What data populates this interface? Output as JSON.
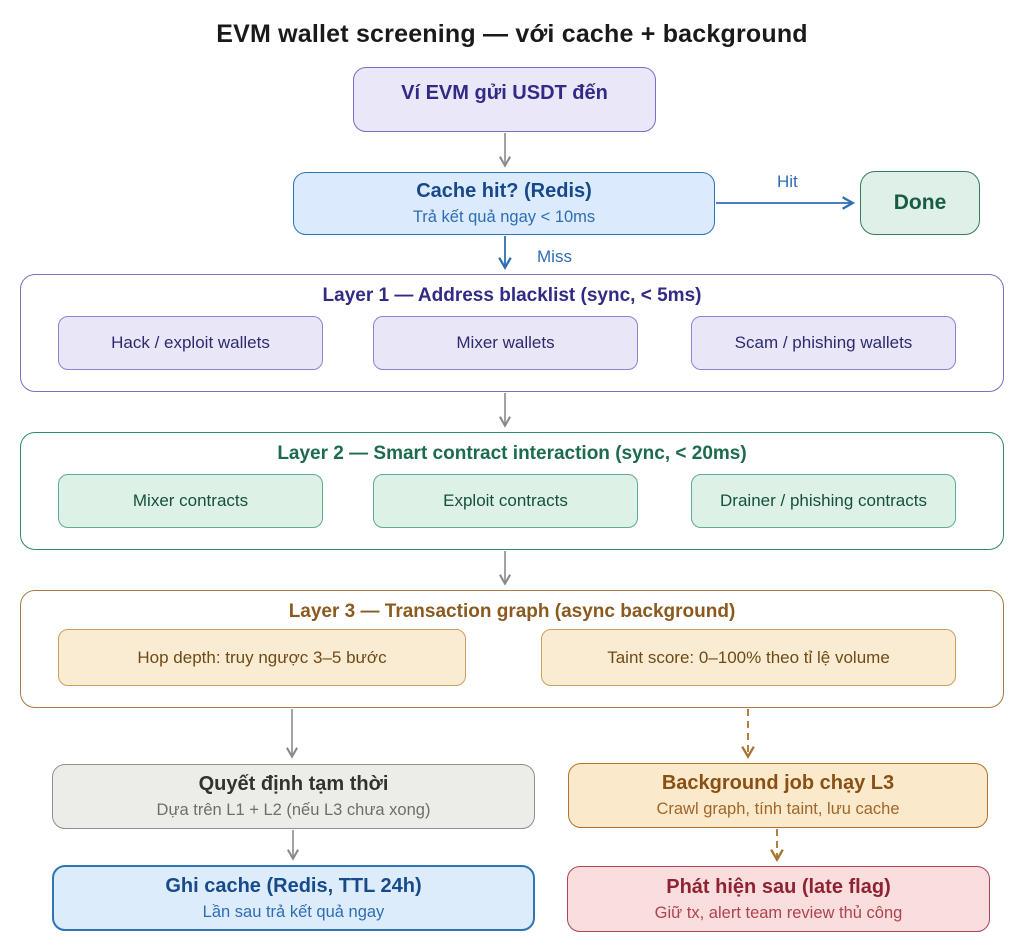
{
  "title": "EVM wallet screening — với cache + background",
  "nodes": {
    "start": {
      "label": "Ví EVM gửi USDT đến"
    },
    "cache_check": {
      "title": "Cache hit? (Redis)",
      "subtitle": "Trả kết quả ngay < 10ms"
    },
    "done": {
      "label": "Done"
    },
    "decision": {
      "title": "Quyết định tạm thời",
      "subtitle": "Dựa trên L1 + L2 (nếu L3 chưa xong)"
    },
    "background_job": {
      "title": "Background job chạy L3",
      "subtitle": "Crawl graph, tính taint, lưu cache"
    },
    "write_cache": {
      "title": "Ghi cache (Redis, TTL 24h)",
      "subtitle": "Lần sau trả kết quả ngay"
    },
    "late_flag": {
      "title": "Phát hiện sau (late flag)",
      "subtitle": "Giữ tx, alert team review thủ công"
    }
  },
  "layers": [
    {
      "title": "Layer 1 — Address blacklist (sync, < 5ms)",
      "items": [
        "Hack / exploit wallets",
        "Mixer wallets",
        "Scam / phishing wallets"
      ]
    },
    {
      "title": "Layer 2 — Smart contract interaction (sync, < 20ms)",
      "items": [
        "Mixer contracts",
        "Exploit contracts",
        "Drainer / phishing contracts"
      ]
    },
    {
      "title": "Layer 3 — Transaction graph (async background)",
      "items": [
        "Hop depth: truy ngược 3–5 bước",
        "Taint score: 0–100% theo tỉ lệ volume"
      ]
    }
  ],
  "edge_labels": {
    "hit": "Hit",
    "miss": "Miss"
  },
  "colors": {
    "purple_border": "#7a6fc3",
    "purple_fill": "#eae7f9",
    "purple_text": "#312b85",
    "blue_border": "#2e75b6",
    "blue_fill": "#dbeafc",
    "blue_title": "#17498a",
    "blue_sub": "#2e6db5",
    "green_border": "#2e8c68",
    "green_fill": "#def1e7",
    "green_text": "#14513c",
    "done_border": "#3c7a5e",
    "done_fill": "#dff0e8",
    "done_text": "#175c45",
    "brown_border": "#a87b42",
    "brown_fill": "#faecd2",
    "brown_text": "#6e4a17",
    "brown_title": "#8a5a1e",
    "orange_border": "#b5712c",
    "orange_fill": "#faeacb",
    "orange_title": "#8a4f15",
    "gray_border": "#8b918b",
    "gray_fill": "#ecede8",
    "red_border": "#ae4557",
    "red_fill": "#fadddd",
    "red_title": "#8f2336",
    "arrow_gray": "#8a8a8a",
    "arrow_blue": "#2f6eb3",
    "arrow_brown": "#a9712c"
  }
}
